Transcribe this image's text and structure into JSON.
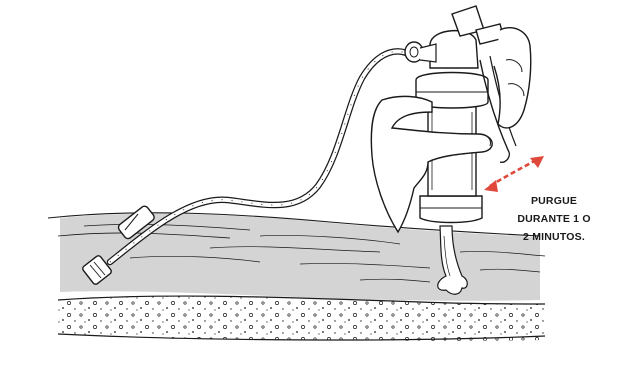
{
  "caption": {
    "lines": [
      "PURGUE",
      "DURANTE 1 O",
      "2 MINUTOS."
    ]
  },
  "colors": {
    "outline": "#1a1a1a",
    "water": "#d4d4d4",
    "ground": "#ebebeb",
    "gravel": "#ffffff",
    "hand": "#ffffff",
    "arrow": "#e0483c"
  },
  "icons": {
    "arrow": "double-headed-arrow-icon",
    "hose": "hose-icon",
    "filter": "water-filter-pump-icon",
    "hand": "hand-icon"
  }
}
